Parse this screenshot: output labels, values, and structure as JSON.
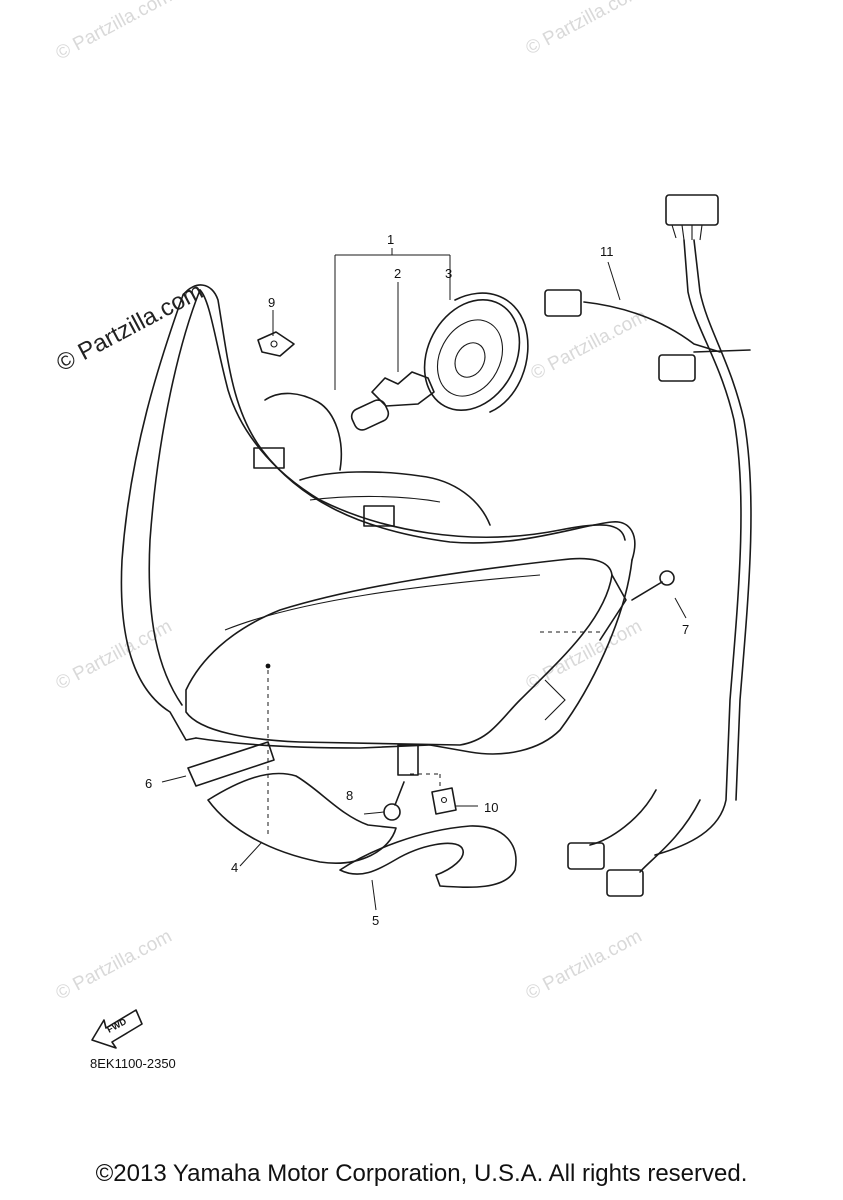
{
  "callouts": {
    "c1": "1",
    "c2": "2",
    "c3": "3",
    "c4": "4",
    "c5": "5",
    "c6": "6",
    "c7": "7",
    "c8": "8",
    "c9": "9",
    "c10": "10",
    "c11": "11"
  },
  "fwd_label": "FWD",
  "diagram_code": "8EK1100-2350",
  "watermark_main": "© Partzilla.com",
  "watermark_faint": "© Partzilla.com",
  "copyright": "©2013 Yamaha Motor Corporation, U.S.A. All rights reserved."
}
